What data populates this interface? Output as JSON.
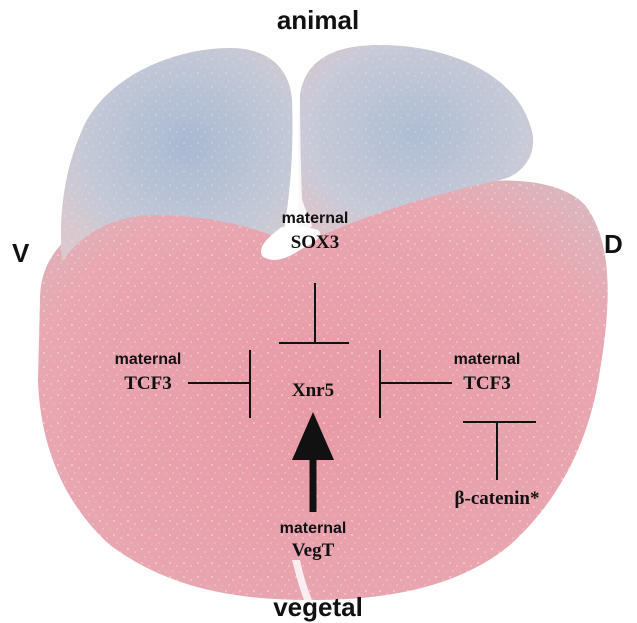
{
  "orientation": {
    "top": "animal",
    "bottom": "vegetal",
    "left": "V",
    "right": "D"
  },
  "regulators": {
    "sox3": {
      "qualifier": "maternal",
      "name": "SOX3",
      "effect": "inhibits"
    },
    "tcf3_left": {
      "qualifier": "maternal",
      "name": "TCF3",
      "effect": "inhibits"
    },
    "tcf3_right": {
      "qualifier": "maternal",
      "name": "TCF3",
      "effect": "inhibits"
    },
    "vegt": {
      "qualifier": "maternal",
      "name": "VegT",
      "effect": "activates"
    },
    "beta_catenin": {
      "name": "β-catenin*",
      "effect": "inhibits TCF3"
    }
  },
  "target": {
    "name": "Xnr5"
  },
  "colors": {
    "animal_tint": "#b7c3d6",
    "vegetal_tint": "#e7a6b0",
    "cleavage": "#ffffff",
    "ink": "#111111"
  }
}
